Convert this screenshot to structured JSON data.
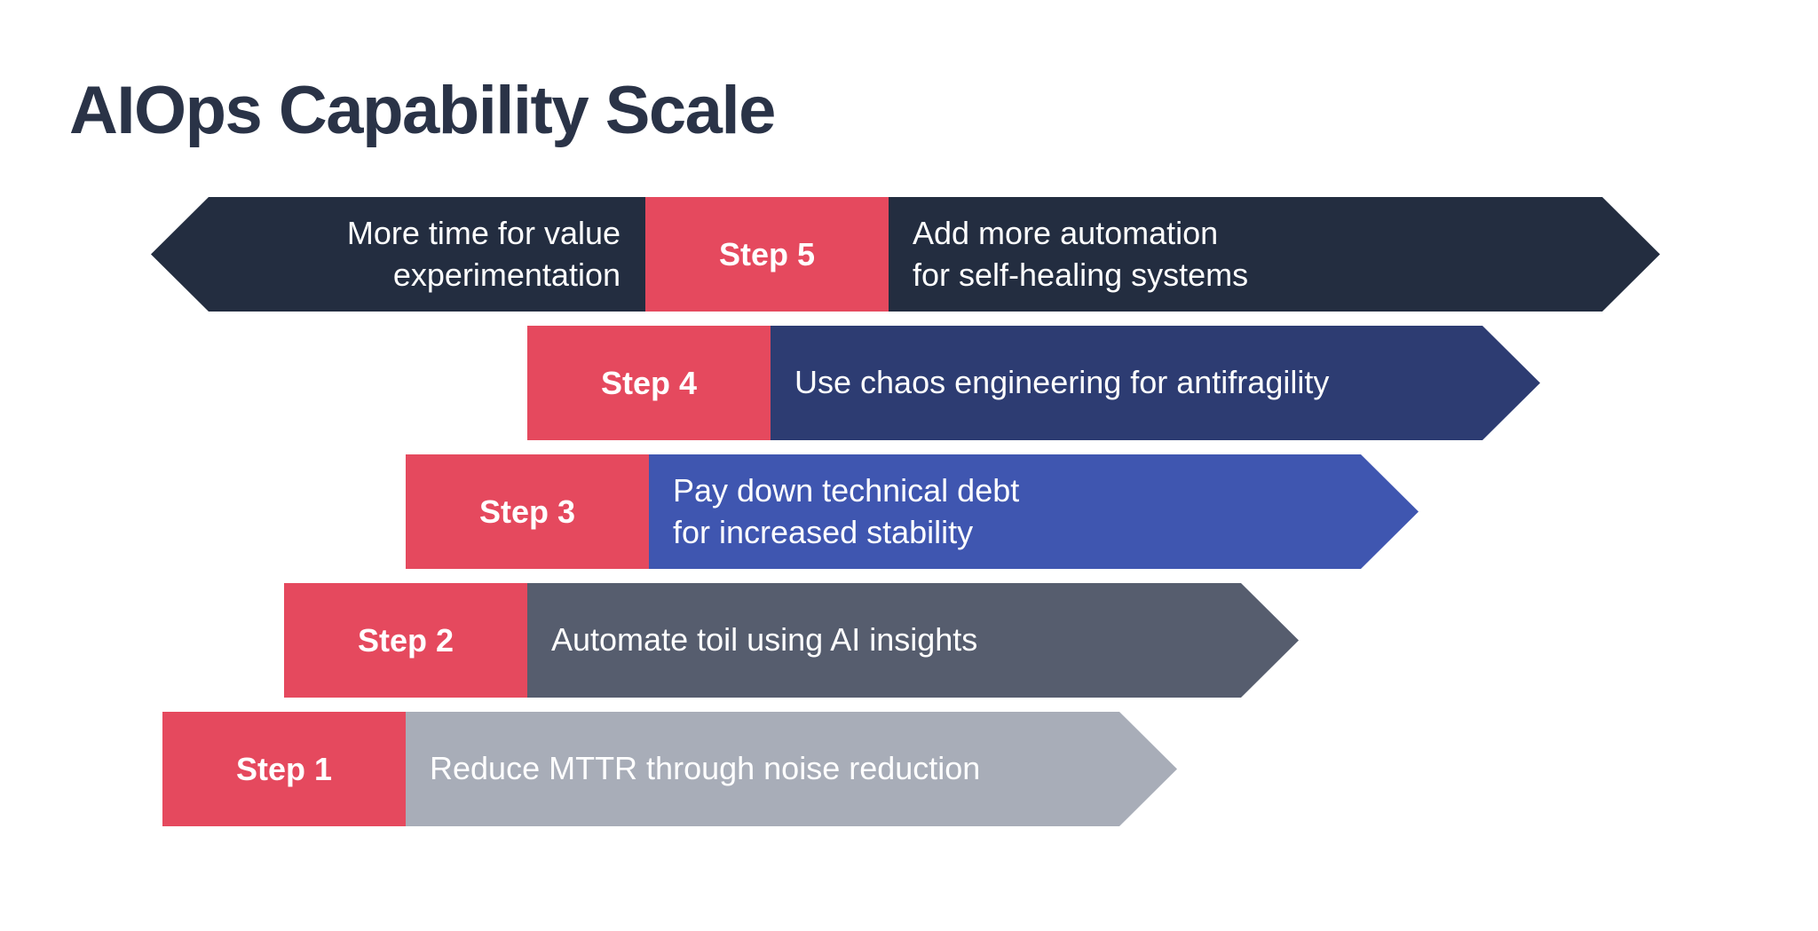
{
  "title": "AIOps Capability Scale",
  "colors": {
    "background": "#ffffff",
    "title_text": "#2a3347",
    "step_label_bg": "#e5495e",
    "bar_text": "#ffffff",
    "step1_bar": "#a8adb8",
    "step2_bar": "#565d6e",
    "step3_bar": "#3f56b0",
    "step4_bar": "#2d3c72",
    "step5_bar": "#232d40"
  },
  "steps": [
    {
      "label": "Step 1",
      "text": "Reduce MTTR through noise reduction",
      "bar_color": "#a8adb8",
      "label_color": "#e5495e"
    },
    {
      "label": "Step 2",
      "text": "Automate toil using AI insights",
      "bar_color": "#565d6e",
      "label_color": "#e5495e"
    },
    {
      "label": "Step 3",
      "text": "Pay down technical debt\nfor increased stability",
      "bar_color": "#3f56b0",
      "label_color": "#e5495e"
    },
    {
      "label": "Step 4",
      "text": "Use chaos engineering for antifragility",
      "bar_color": "#2d3c72",
      "label_color": "#e5495e"
    },
    {
      "label": "Step 5",
      "left_text": "More time for value\nexperimentation",
      "text": "Add more automation\nfor self-healing systems",
      "bar_color": "#232d40",
      "label_color": "#e5495e"
    }
  ]
}
